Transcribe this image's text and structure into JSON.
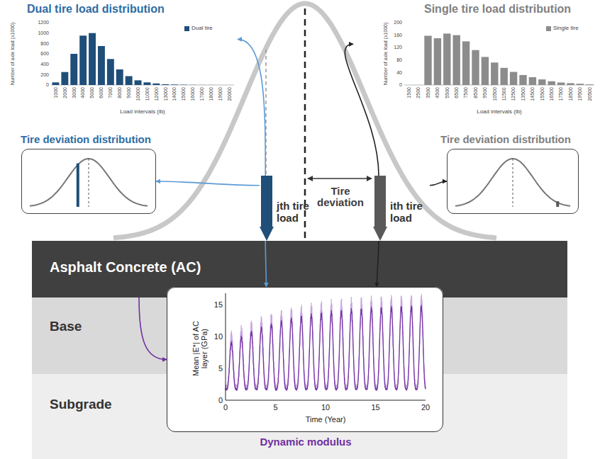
{
  "diagram": {
    "nodes": [
      {
        "text": [
          "Dual tire load distribution"
        ]
      },
      {
        "text": [
          "Single tire load distribution"
        ]
      },
      {
        "text": [
          "Tire deviation distribution"
        ]
      },
      {
        "text": [
          "Tire deviation distribution"
        ]
      },
      {
        "text": [
          "jth tire load"
        ]
      },
      {
        "text": [
          "ith tire load"
        ]
      },
      {
        "text": [
          "Asphalt Concrete (AC)"
        ]
      },
      {
        "text": [
          "Base"
        ]
      },
      {
        "text": [
          "Subgrade"
        ]
      },
      {
        "text": [
          "Dynamic modulus"
        ]
      }
    ],
    "edges": [
      {
        "from": 4,
        "to": 0,
        "arrow": "to"
      },
      {
        "from": 4,
        "to": 2,
        "arrow": "to"
      },
      {
        "from": 4,
        "to": 9,
        "arrow": "to"
      },
      {
        "from": 5,
        "to": 1,
        "arrow": "to"
      },
      {
        "from": 5,
        "to": 3,
        "arrow": "to"
      },
      {
        "from": 5,
        "to": 9,
        "arrow": "to"
      },
      {
        "from": 6,
        "to": 9,
        "arrow": "to"
      }
    ],
    "labels": [
      "Number of axle load (x1000)",
      "0",
      "200",
      "400",
      "600",
      "800",
      "1000",
      "1200",
      "1000",
      "2000",
      "3000",
      "4000",
      "5000",
      "6000",
      "7000",
      "8000",
      "9000",
      "10000",
      "11000",
      "12000",
      "13000",
      "14000",
      "15000",
      "16000",
      "17000",
      "18000",
      "19000",
      "20000",
      "Load intervals (lb)",
      "Number of axle load (x1000)",
      "0",
      "40",
      "80",
      "120",
      "160",
      "200",
      "1500",
      "2500",
      "3500",
      "4500",
      "5500",
      "6500",
      "7500",
      "8500",
      "9500",
      "10500",
      "11500",
      "12500",
      "13500",
      "14500",
      "15500",
      "16500",
      "17500",
      "18500",
      "19500",
      "20500",
      "Load intervals (lb)",
      "Tire deviation",
      "Mean |E*| of AC layer (GPa)",
      "0",
      "5",
      "10",
      "15",
      "0",
      "5",
      "10",
      "15",
      "20",
      "Time (Year)"
    ],
    "legend": [
      {
        "text": "Dual tire",
        "color": "#1f4e79"
      },
      {
        "text": "Single tire",
        "color": "#8c8c8c"
      }
    ]
  }
}
